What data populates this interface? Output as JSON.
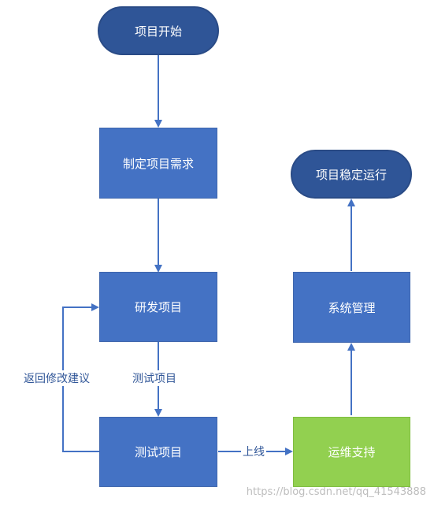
{
  "nodes": {
    "start": "项目开始",
    "requirements": "制定项目需求",
    "develop": "研发项目",
    "test": "测试项目",
    "ops": "运维支持",
    "manage": "系统管理",
    "stable": "项目稳定运行"
  },
  "edge_labels": {
    "feedback": "返回修改建议",
    "to_test": "测试项目",
    "online": "上线"
  },
  "colors": {
    "node_blue": "#4472c4",
    "terminal_dark": "#2f5597",
    "ops_green": "#92d050",
    "connector": "#4472c4"
  },
  "watermark": "https://blog.csdn.net/qq_41543888"
}
